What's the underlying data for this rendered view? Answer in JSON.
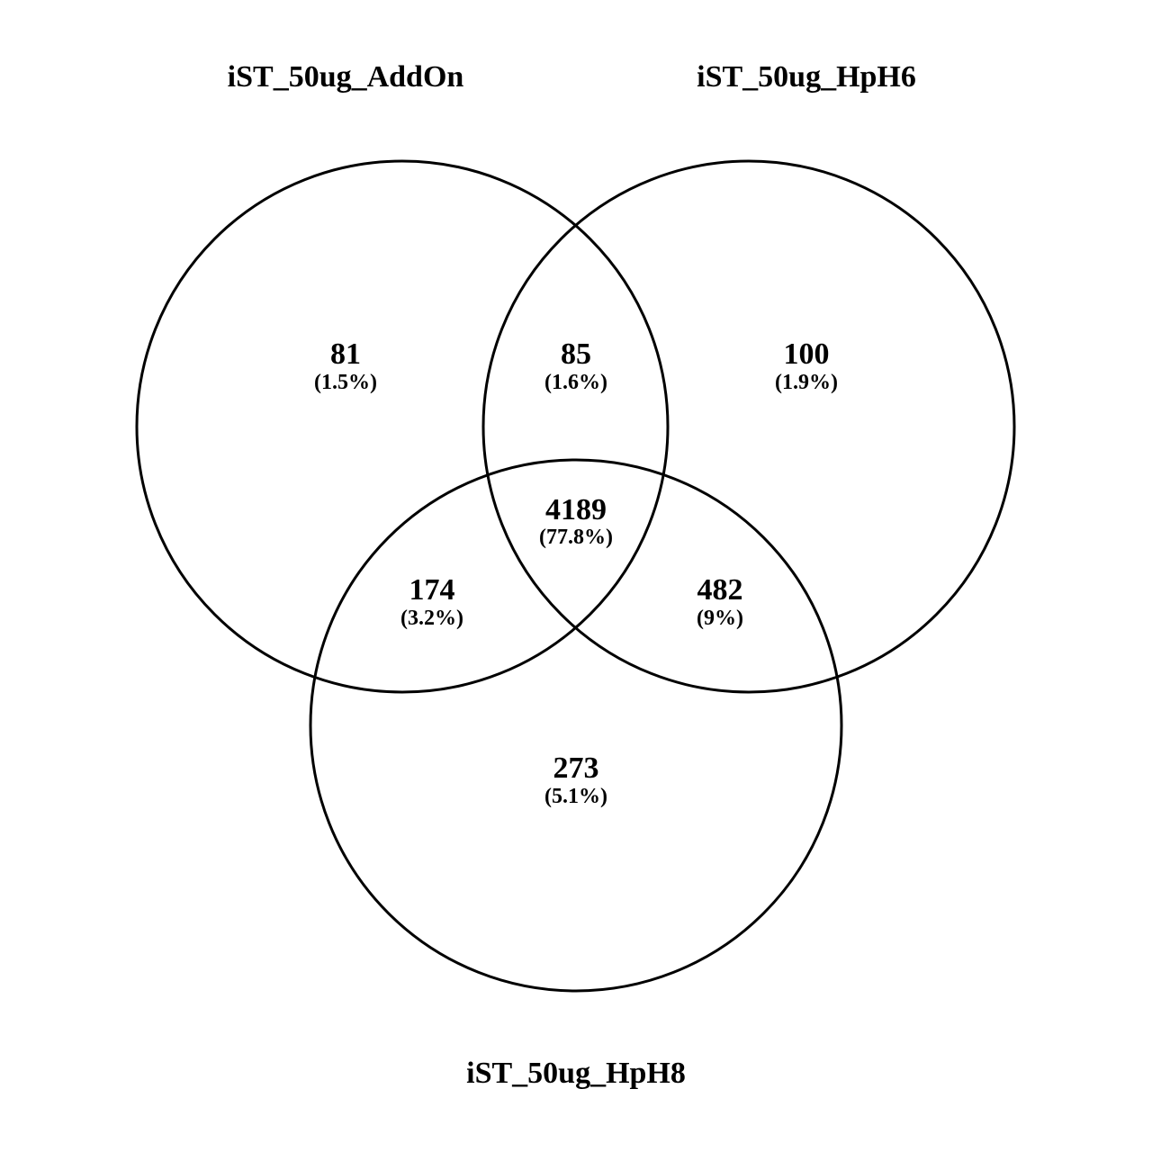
{
  "sets": {
    "a": "iST_50ug_AddOn",
    "b": "iST_50ug_HpH6",
    "c": "iST_50ug_HpH8"
  },
  "regions": {
    "a_only": {
      "count": "81",
      "percent": "(1.5%)"
    },
    "ab": {
      "count": "85",
      "percent": "(1.6%)"
    },
    "b_only": {
      "count": "100",
      "percent": "(1.9%)"
    },
    "abc": {
      "count": "4189",
      "percent": "(77.8%)"
    },
    "ac": {
      "count": "174",
      "percent": "(3.2%)"
    },
    "bc": {
      "count": "482",
      "percent": "(9%)"
    },
    "c_only": {
      "count": "273",
      "percent": "(5.1%)"
    }
  },
  "colors": {
    "stroke": "#000000",
    "background": "#ffffff",
    "text": "#000000"
  }
}
